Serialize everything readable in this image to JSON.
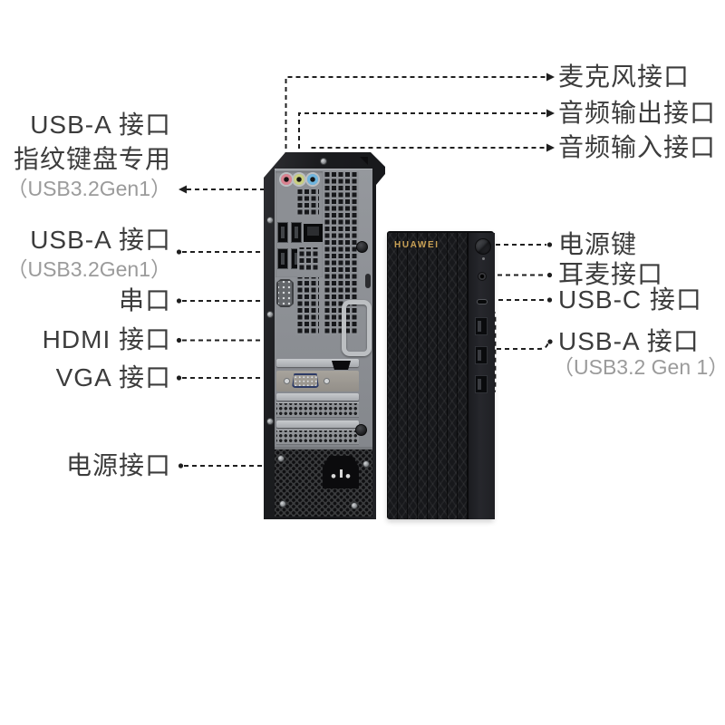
{
  "diagram": {
    "brand_logo": "HUAWEI",
    "left_labels": [
      {
        "lines": [
          "USB-A 接口",
          "指纹键盘专用"
        ],
        "note": "（USB3.2Gen1）"
      },
      {
        "lines": [
          "USB-A 接口"
        ],
        "note": "（USB3.2Gen1）"
      },
      {
        "lines": [
          "串口"
        ]
      },
      {
        "lines": [
          "HDMI 接口"
        ]
      },
      {
        "lines": [
          "VGA 接口"
        ]
      },
      {
        "lines": [
          "电源接口"
        ]
      }
    ],
    "right_labels": [
      {
        "text": "麦克风接口"
      },
      {
        "text": "音频输出接口"
      },
      {
        "text": "音频输入接口"
      },
      {
        "text": "电源键"
      },
      {
        "text": "耳麦接口"
      },
      {
        "text": "USB-C 接口"
      },
      {
        "text": "USB-A 接口",
        "note": "（USB3.2 Gen 1）"
      }
    ],
    "colors": {
      "label_text": "#3c3c3c",
      "note_text": "#9b9b9b",
      "annotation_line": "#1f1f1f",
      "logo_gold": "#c9a155",
      "mic_jack_pink": "#d98290",
      "line_out_jack_green": "#c9cf80",
      "line_in_jack_blue": "#6fb5de",
      "vga_blue": "#4a6cc4"
    }
  }
}
